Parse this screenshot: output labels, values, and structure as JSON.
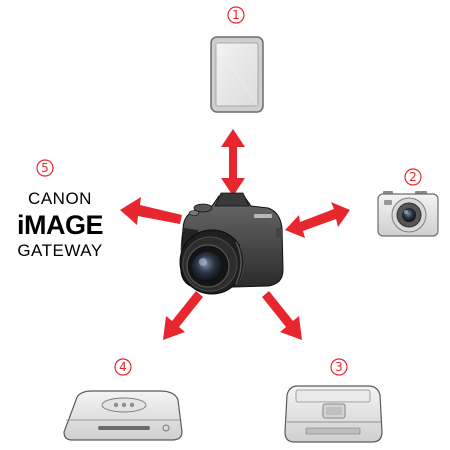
{
  "accent_color": "#e8262d",
  "center_device": {
    "icon": "dslr-camera-icon"
  },
  "nodes": [
    {
      "number": "1",
      "device": "tablet-icon"
    },
    {
      "number": "2",
      "device": "compact-camera-icon"
    },
    {
      "number": "3",
      "device": "printer-icon"
    },
    {
      "number": "4",
      "device": "connect-station-icon"
    },
    {
      "number": "5",
      "device": "canon-image-gateway-logo"
    }
  ],
  "logo": {
    "line1": "CANON",
    "line2": "iMAGE",
    "line3": "GATEWAY"
  },
  "arrows": [
    {
      "to": "1",
      "direction": "bidirectional"
    },
    {
      "to": "2",
      "direction": "bidirectional"
    },
    {
      "to": "3",
      "direction": "outgoing"
    },
    {
      "to": "4",
      "direction": "outgoing"
    },
    {
      "to": "5",
      "direction": "outgoing"
    }
  ]
}
